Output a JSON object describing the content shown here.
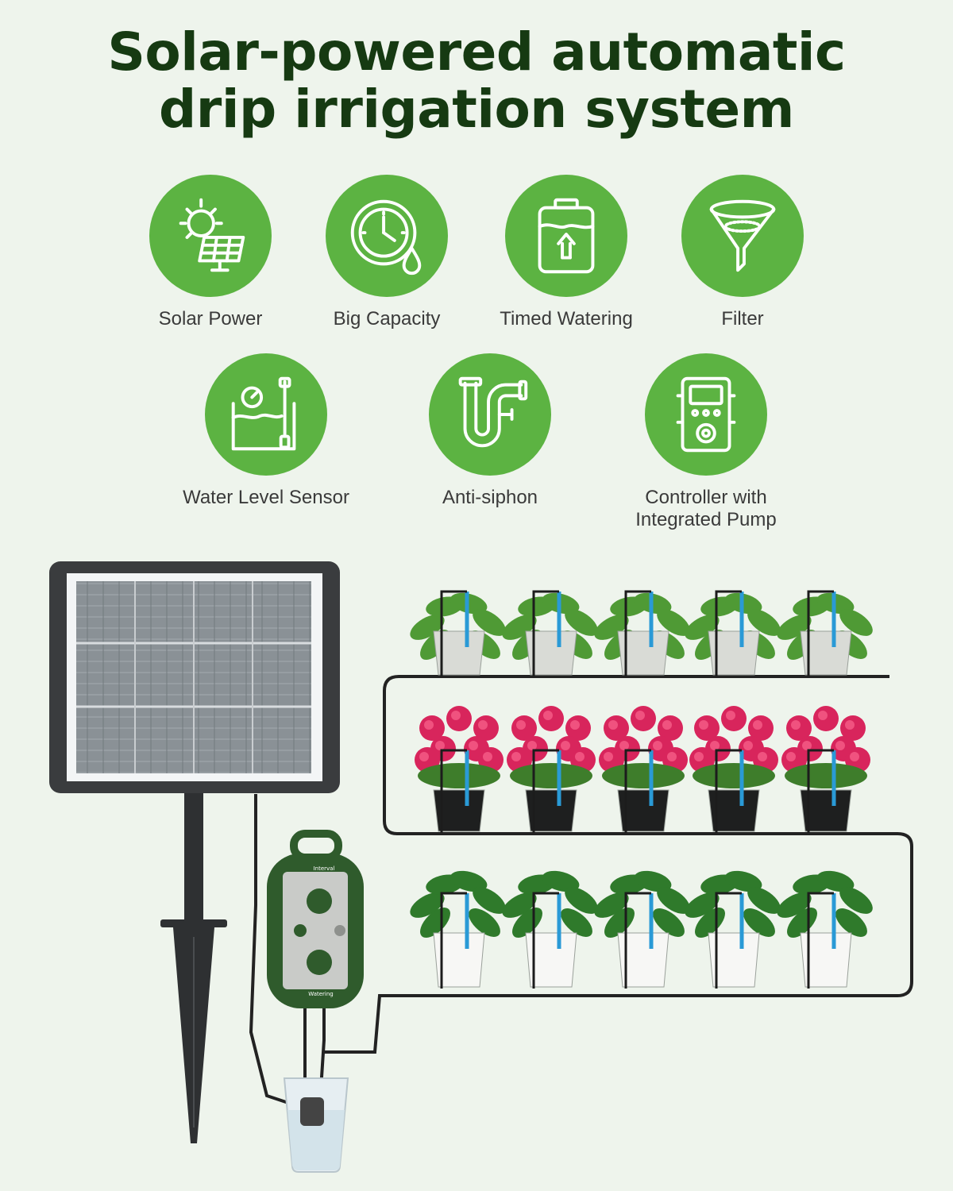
{
  "title": {
    "line1": "Solar-powered automatic",
    "line2": "drip irrigation system"
  },
  "features": [
    {
      "icon": "solar-panel-icon",
      "label": "Solar Power"
    },
    {
      "icon": "clock-drop-icon",
      "label": "Big Capacity"
    },
    {
      "icon": "tank-arrow-icon",
      "label": "Timed Watering"
    },
    {
      "icon": "funnel-icon",
      "label": "Filter"
    },
    {
      "icon": "water-level-icon",
      "label": "Water Level Sensor"
    },
    {
      "icon": "siphon-pipe-icon",
      "label": "Anti-siphon"
    },
    {
      "icon": "controller-icon",
      "label_line1": "Controller with",
      "label_line2": "Integrated Pump"
    }
  ],
  "controller": {
    "top_label": "Interval",
    "bottom_label": "Watering"
  },
  "colors": {
    "accent_green": "#5cb342",
    "title_green": "#163a12",
    "background": "#eef4ec",
    "controller_green": "#2f5b2c",
    "dripper_blue": "#2a9ad6"
  }
}
